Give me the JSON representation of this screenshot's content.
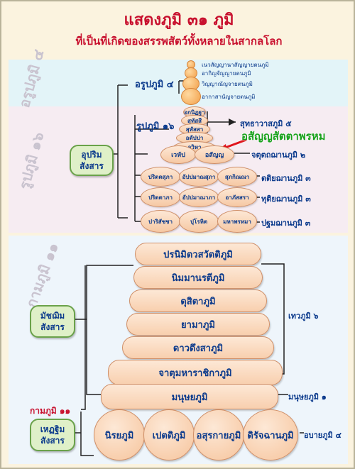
{
  "title": "แสดงภูมิ ๓๑ ภูมิ",
  "subtitle": "ที่เป็นที่เกิดของสรรพสัตว์ทั้งหลายในสากลโลก",
  "sections": {
    "arupa": "อรูปภูมิ ๔",
    "rupa": "รูปภูมิ ๑๖",
    "kama": "กามภูมิ ๑๑"
  },
  "samsara": {
    "upper": [
      "อุปริม",
      "สังสาร"
    ],
    "middle": [
      "มัชฌิม",
      "สังสาร"
    ],
    "lower": [
      "เหฏฐิม",
      "สังสาร"
    ]
  },
  "arupa": {
    "label": "อรูปภูมิ ๔",
    "items": [
      "เนวสัญญานาสัญญายตนภูมิ",
      "อากิญจัญญายตนภูมิ",
      "วิญญาณัญจายตนภูมิ",
      "อากาสานัญจายตนภูมิ"
    ]
  },
  "rupa": {
    "label": "รูปภูมิ ๑๖",
    "suddhavasa_items": [
      "อกนิฏฐา",
      "สุทัสสี",
      "สุทัสสา",
      "อตัปปา",
      "อวิหา"
    ],
    "suddhavasa_label": "สุทธาวาสภูมิ ๕",
    "asanna_note": "อสัญญสัตตาพรหม",
    "fourth": {
      "items": [
        "เวหัป",
        "อสัญญ"
      ],
      "label": "จตุตถฌานภูมิ ๒"
    },
    "third": {
      "items": [
        "ปริตตสุภา",
        "อัปปมาณสุภา",
        "สุภกิณณา"
      ],
      "label": "ตติยฌานภูมิ ๓"
    },
    "second": {
      "items": [
        "ปริตตาภา",
        "อัปปมาณาภา",
        "อาภัสสรา"
      ],
      "label": "ทุติยฌานภูมิ ๓"
    },
    "first": {
      "items": [
        "ปาริสัชชา",
        "ปุโรหิต",
        "มหาพรหมา"
      ],
      "label": "ปฐมฌานภูมิ ๓"
    }
  },
  "kama": {
    "deva": [
      "ปรนิมิตวสวัตติภูมิ",
      "นิมมานรตีภูมิ",
      "ดุสิตาภูมิ",
      "ยามาภูมิ",
      "ดาวดึงสาภูมิ",
      "จาตุมหาราชิกาภูมิ"
    ],
    "deva_label": "เทวภูมิ ๖",
    "human": "มนุษยภูมิ",
    "human_label": "มนุษยภูมิ ๑",
    "apaya": [
      "นิรยภูมิ",
      "เปตติภูมิ",
      "อสุรกายภูมิ",
      "ดิรัจฉานภูมิ"
    ],
    "apaya_label": "อบายภูมิ ๔",
    "left_label": "กามภูมิ ๑๑"
  },
  "colors": {
    "title": "#c8102e",
    "text": "#0b3a8c",
    "green_note": "#18a21c",
    "pointer": "#e0141c"
  }
}
